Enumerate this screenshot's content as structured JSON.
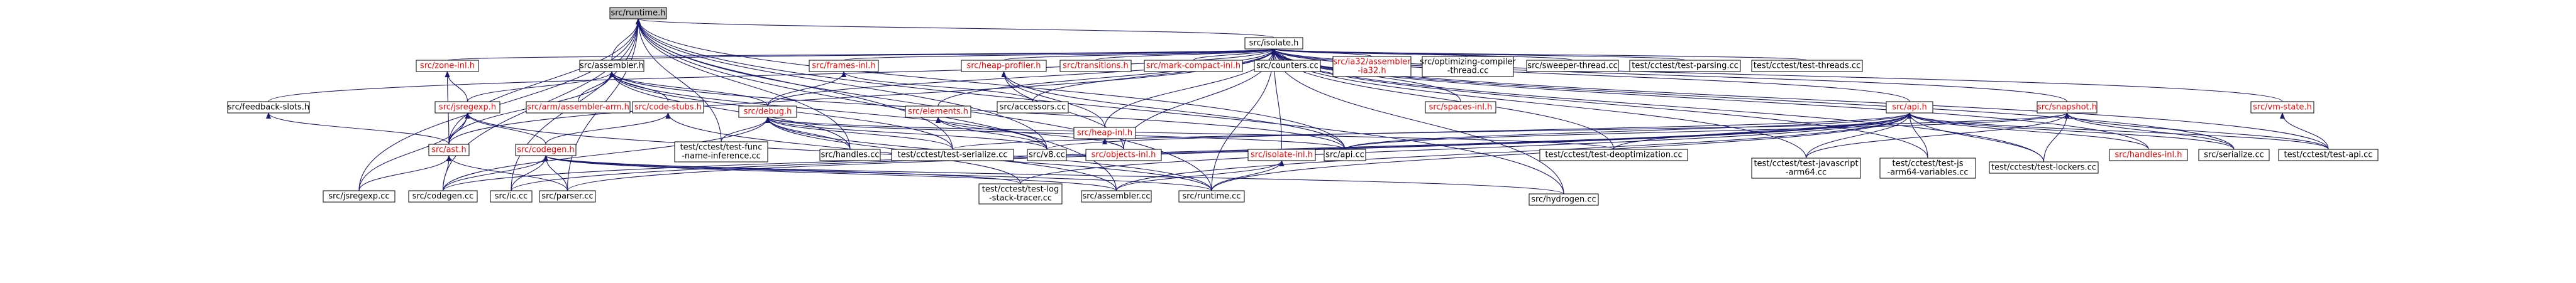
{
  "graph": {
    "colors": {
      "edge": "#191970",
      "node_fill": "#ffffff",
      "focus_fill": "#bfbfbf",
      "border": "#000000",
      "text": "#000000",
      "link_text": "#ff0000"
    },
    "nodes": [
      {
        "id": "runtime_h",
        "label": "src/runtime.h",
        "style": "focus"
      },
      {
        "id": "isolate_h",
        "label": "src/isolate.h",
        "style": "normal"
      },
      {
        "id": "assembler_h",
        "label": "src/assembler.h",
        "style": "normal"
      },
      {
        "id": "zone_inl_h",
        "label": "src/zone-inl.h",
        "style": "link"
      },
      {
        "id": "frames_inl_h",
        "label": "src/frames-inl.h",
        "style": "link"
      },
      {
        "id": "heap_profiler_h",
        "label": "src/heap-profiler.h",
        "style": "link"
      },
      {
        "id": "transitions_h",
        "label": "src/transitions.h",
        "style": "link"
      },
      {
        "id": "mark_compact_inl_h",
        "label": "src/mark-compact-inl.h",
        "style": "link"
      },
      {
        "id": "counters_cc",
        "label": "src/counters.cc",
        "style": "normal"
      },
      {
        "id": "ia32_assembler",
        "label": [
          "src/ia32/assembler",
          "-ia32.h"
        ],
        "style": "link"
      },
      {
        "id": "optimizing_compiler",
        "label": [
          "src/optimizing-compiler",
          "-thread.cc"
        ],
        "style": "normal"
      },
      {
        "id": "sweeper_thread",
        "label": "src/sweeper-thread.cc",
        "style": "normal"
      },
      {
        "id": "test_parsing",
        "label": "test/cctest/test-parsing.cc",
        "style": "normal"
      },
      {
        "id": "test_threads",
        "label": "test/cctest/test-threads.cc",
        "style": "normal"
      },
      {
        "id": "feedback_slots_h",
        "label": "src/feedback-slots.h",
        "style": "normal"
      },
      {
        "id": "regexp_h",
        "label": "src/jsregexp.h",
        "style": "link"
      },
      {
        "id": "arm_assembler_arm",
        "label": "src/arm/assembler-arm.h",
        "style": "link"
      },
      {
        "id": "code_stubs_h",
        "label": "src/code-stubs.h",
        "style": "link"
      },
      {
        "id": "debug_h",
        "label": "src/debug.h",
        "style": "link"
      },
      {
        "id": "elements_h",
        "label": "src/elements.h",
        "style": "link"
      },
      {
        "id": "accessors_cc",
        "label": "src/accessors.cc",
        "style": "normal"
      },
      {
        "id": "heap_inl_h",
        "label": "src/heap-inl.h",
        "style": "link"
      },
      {
        "id": "spaces_inl_h",
        "label": "src/spaces-inl.h",
        "style": "link"
      },
      {
        "id": "api_h",
        "label": "src/api.h",
        "style": "link"
      },
      {
        "id": "snapshot_h",
        "label": "src/snapshot.h",
        "style": "link"
      },
      {
        "id": "vm_state_h",
        "label": "src/vm-state.h",
        "style": "link"
      },
      {
        "id": "ast_h",
        "label": "src/ast.h",
        "style": "link"
      },
      {
        "id": "codegen_h",
        "label": "src/codegen.h",
        "style": "link"
      },
      {
        "id": "test_func_name",
        "label": [
          "test/cctest/test-func",
          "-name-inference.cc"
        ],
        "style": "normal"
      },
      {
        "id": "handles_cc",
        "label": "src/handles.cc",
        "style": "normal"
      },
      {
        "id": "test_serialize",
        "label": "test/cctest/test-serialize.cc",
        "style": "normal"
      },
      {
        "id": "v8_cc",
        "label": "src/v8.cc",
        "style": "normal"
      },
      {
        "id": "objects_inl_h",
        "label": "src/objects-inl.h",
        "style": "link"
      },
      {
        "id": "isolate_inl_h",
        "label": "src/isolate-inl.h",
        "style": "link"
      },
      {
        "id": "api_cc",
        "label": "src/api.cc",
        "style": "normal"
      },
      {
        "id": "test_deopt",
        "label": "test/cctest/test-deoptimization.cc",
        "style": "normal"
      },
      {
        "id": "test_js_arm64",
        "label": [
          "test/cctest/test-javascript",
          "-arm64.cc"
        ],
        "style": "normal"
      },
      {
        "id": "test_js_arm64_vars",
        "label": [
          "test/cctest/test-js",
          "-arm64-variables.cc"
        ],
        "style": "normal"
      },
      {
        "id": "test_lockers",
        "label": "test/cctest/test-lockers.cc",
        "style": "normal"
      },
      {
        "id": "handles_inl_h",
        "label": "src/handles-inl.h",
        "style": "link"
      },
      {
        "id": "serialize_cc",
        "label": "src/serialize.cc",
        "style": "normal"
      },
      {
        "id": "test_api",
        "label": "test/cctest/test-api.cc",
        "style": "normal"
      },
      {
        "id": "jsregexp_cc",
        "label": "src/jsregexp.cc",
        "style": "normal"
      },
      {
        "id": "codegen_cc",
        "label": "src/codegen.cc",
        "style": "normal"
      },
      {
        "id": "ic_cc",
        "label": "src/ic.cc",
        "style": "normal"
      },
      {
        "id": "parser_cc",
        "label": "src/parser.cc",
        "style": "normal"
      },
      {
        "id": "test_log_stack",
        "label": [
          "test/cctest/test-log",
          "-stack-tracer.cc"
        ],
        "style": "normal"
      },
      {
        "id": "assembler_cc",
        "label": "src/assembler.cc",
        "style": "normal"
      },
      {
        "id": "runtime_cc",
        "label": "src/runtime.cc",
        "style": "normal"
      },
      {
        "id": "hydrogen_cc",
        "label": "src/hydrogen.cc",
        "style": "normal"
      }
    ],
    "edges": [
      [
        "isolate_h",
        "runtime_h"
      ],
      [
        "assembler_h",
        "runtime_h"
      ],
      [
        "ast_h",
        "runtime_h"
      ],
      [
        "jsregexp_cc",
        "runtime_h"
      ],
      [
        "codegen_cc",
        "runtime_h"
      ],
      [
        "ic_cc",
        "runtime_h"
      ],
      [
        "parser_cc",
        "runtime_h"
      ],
      [
        "runtime_cc",
        "runtime_h"
      ],
      [
        "hydrogen_cc",
        "runtime_h"
      ],
      [
        "test_func_name",
        "runtime_h"
      ],
      [
        "handles_cc",
        "runtime_h"
      ],
      [
        "test_serialize",
        "runtime_h"
      ],
      [
        "v8_cc",
        "runtime_h"
      ],
      [
        "api_cc",
        "runtime_h"
      ],
      [
        "assembler_cc",
        "runtime_h"
      ],
      [
        "zone_inl_h",
        "isolate_h"
      ],
      [
        "assembler_h",
        "isolate_h"
      ],
      [
        "frames_inl_h",
        "isolate_h"
      ],
      [
        "heap_profiler_h",
        "isolate_h"
      ],
      [
        "transitions_h",
        "isolate_h"
      ],
      [
        "mark_compact_inl_h",
        "isolate_h"
      ],
      [
        "counters_cc",
        "isolate_h"
      ],
      [
        "ia32_assembler",
        "isolate_h"
      ],
      [
        "optimizing_compiler",
        "isolate_h"
      ],
      [
        "sweeper_thread",
        "isolate_h"
      ],
      [
        "test_parsing",
        "isolate_h"
      ],
      [
        "test_threads",
        "isolate_h"
      ],
      [
        "feedback_slots_h",
        "isolate_h"
      ],
      [
        "elements_h",
        "isolate_h"
      ],
      [
        "accessors_cc",
        "isolate_h"
      ],
      [
        "heap_inl_h",
        "isolate_h"
      ],
      [
        "spaces_inl_h",
        "isolate_h"
      ],
      [
        "api_h",
        "isolate_h"
      ],
      [
        "snapshot_h",
        "isolate_h"
      ],
      [
        "vm_state_h",
        "isolate_h"
      ],
      [
        "ast_h",
        "isolate_h"
      ],
      [
        "debug_h",
        "isolate_h"
      ],
      [
        "isolate_inl_h",
        "isolate_h"
      ],
      [
        "objects_inl_h",
        "isolate_h"
      ],
      [
        "test_deopt",
        "isolate_h"
      ],
      [
        "test_js_arm64",
        "isolate_h"
      ],
      [
        "test_js_arm64_vars",
        "isolate_h"
      ],
      [
        "test_lockers",
        "isolate_h"
      ],
      [
        "handles_inl_h",
        "isolate_h"
      ],
      [
        "serialize_cc",
        "isolate_h"
      ],
      [
        "test_api",
        "isolate_h"
      ],
      [
        "hydrogen_cc",
        "isolate_h"
      ],
      [
        "runtime_cc",
        "isolate_h"
      ],
      [
        "regexp_h",
        "assembler_h"
      ],
      [
        "arm_assembler_arm",
        "assembler_h"
      ],
      [
        "code_stubs_h",
        "assembler_h"
      ],
      [
        "debug_h",
        "assembler_h"
      ],
      [
        "ast_h",
        "assembler_h"
      ],
      [
        "handles_cc",
        "assembler_h"
      ],
      [
        "test_serialize",
        "assembler_h"
      ],
      [
        "v8_cc",
        "assembler_h"
      ],
      [
        "api_cc",
        "assembler_h"
      ],
      [
        "ast_h",
        "zone_inl_h"
      ],
      [
        "regexp_h",
        "zone_inl_h"
      ],
      [
        "debug_h",
        "frames_inl_h"
      ],
      [
        "accessors_cc",
        "frames_inl_h"
      ],
      [
        "heap_inl_h",
        "heap_profiler_h"
      ],
      [
        "api_cc",
        "heap_profiler_h"
      ],
      [
        "objects_inl_h",
        "heap_profiler_h"
      ],
      [
        "ast_h",
        "feedback_slots_h"
      ],
      [
        "ast_h",
        "regexp_h"
      ],
      [
        "jsregexp_cc",
        "regexp_h"
      ],
      [
        "codegen_h",
        "regexp_h"
      ],
      [
        "runtime_cc",
        "regexp_h"
      ],
      [
        "codegen_h",
        "code_stubs_h"
      ],
      [
        "test_log_stack",
        "code_stubs_h"
      ],
      [
        "test_func_name",
        "debug_h"
      ],
      [
        "handles_cc",
        "debug_h"
      ],
      [
        "test_serialize",
        "debug_h"
      ],
      [
        "v8_cc",
        "debug_h"
      ],
      [
        "api_cc",
        "debug_h"
      ],
      [
        "test_deopt",
        "debug_h"
      ],
      [
        "codegen_cc",
        "debug_h"
      ],
      [
        "runtime_cc",
        "debug_h"
      ],
      [
        "assembler_cc",
        "debug_h"
      ],
      [
        "v8_cc",
        "elements_h"
      ],
      [
        "objects_inl_h",
        "elements_h"
      ],
      [
        "objects_inl_h",
        "heap_inl_h"
      ],
      [
        "api_cc",
        "api_h"
      ],
      [
        "test_deopt",
        "api_h"
      ],
      [
        "test_js_arm64",
        "api_h"
      ],
      [
        "test_js_arm64_vars",
        "api_h"
      ],
      [
        "test_lockers",
        "api_h"
      ],
      [
        "handles_inl_h",
        "api_h"
      ],
      [
        "serialize_cc",
        "api_h"
      ],
      [
        "test_api",
        "api_h"
      ],
      [
        "runtime_cc",
        "api_h"
      ],
      [
        "assembler_cc",
        "api_h"
      ],
      [
        "parser_cc",
        "api_h"
      ],
      [
        "ic_cc",
        "api_h"
      ],
      [
        "codegen_cc",
        "api_h"
      ],
      [
        "test_log_stack",
        "api_h"
      ],
      [
        "v8_cc",
        "api_h"
      ],
      [
        "api_cc",
        "snapshot_h"
      ],
      [
        "test_serialize",
        "snapshot_h"
      ],
      [
        "serialize_cc",
        "snapshot_h"
      ],
      [
        "test_api",
        "snapshot_h"
      ],
      [
        "test_js_arm64",
        "snapshot_h"
      ],
      [
        "test_lockers",
        "snapshot_h"
      ],
      [
        "test_api",
        "vm_state_h"
      ],
      [
        "jsregexp_cc",
        "ast_h"
      ],
      [
        "parser_cc",
        "ast_h"
      ],
      [
        "codegen_cc",
        "ast_h"
      ],
      [
        "codegen_cc",
        "codegen_h"
      ],
      [
        "ic_cc",
        "codegen_h"
      ],
      [
        "parser_cc",
        "codegen_h"
      ],
      [
        "test_log_stack",
        "codegen_h"
      ],
      [
        "assembler_cc",
        "codegen_h"
      ],
      [
        "runtime_cc",
        "codegen_h"
      ],
      [
        "hydrogen_cc",
        "codegen_h"
      ],
      [
        "assembler_cc",
        "isolate_inl_h"
      ],
      [
        "runtime_cc",
        "isolate_inl_h"
      ]
    ]
  }
}
